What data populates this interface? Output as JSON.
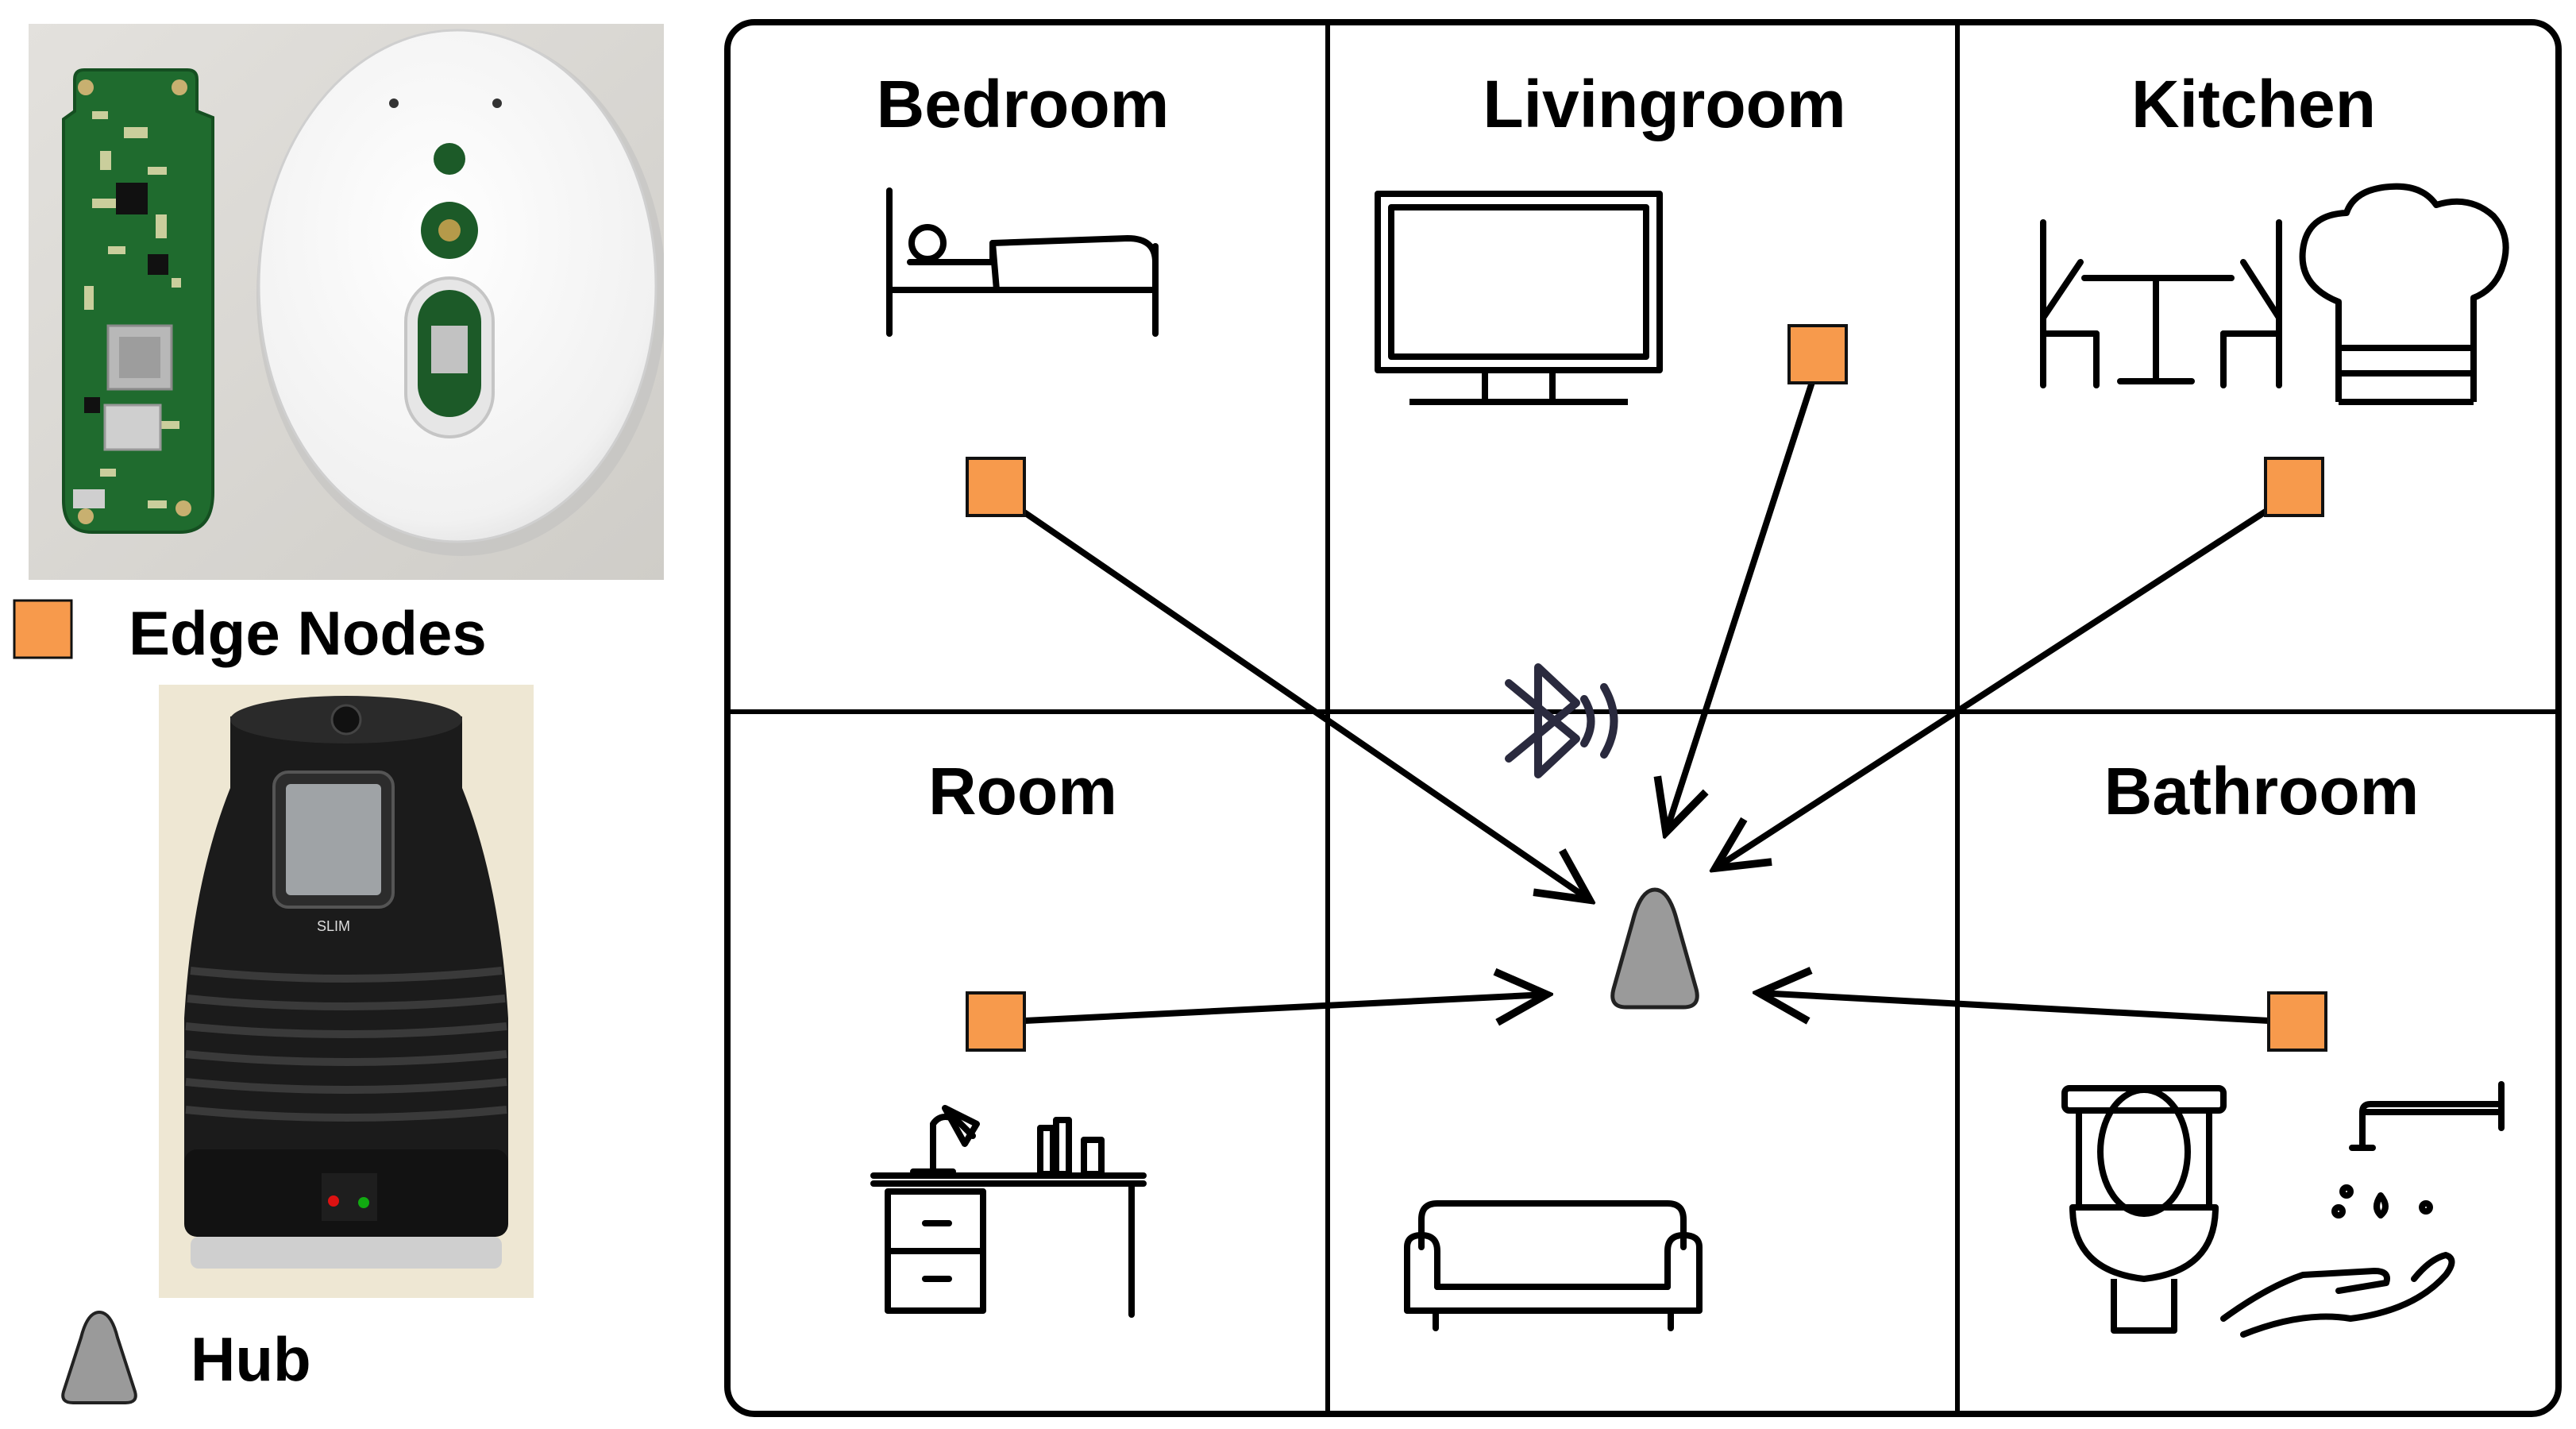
{
  "legend": {
    "edge_nodes_label": "Edge Nodes",
    "hub_label": "Hub",
    "edge_node_color": "#F79A4C",
    "hub_color": "#9A9A9A"
  },
  "hub_photo": {
    "brand_text": "SLIM"
  },
  "rooms": {
    "bedroom": "Bedroom",
    "livingroom": "Livingroom",
    "kitchen": "Kitchen",
    "room": "Room",
    "bathroom": "Bathroom"
  },
  "icons": {
    "bedroom": "bed-icon",
    "livingroom": "tv-icon",
    "kitchen_table": "dining-table-icon",
    "kitchen_chef": "chef-hat-icon",
    "room": "desk-icon",
    "living_sofa": "sofa-icon",
    "bathroom_toilet": "toilet-icon",
    "bathroom_wash": "hand-wash-icon",
    "wireless": "bluetooth-icon"
  }
}
